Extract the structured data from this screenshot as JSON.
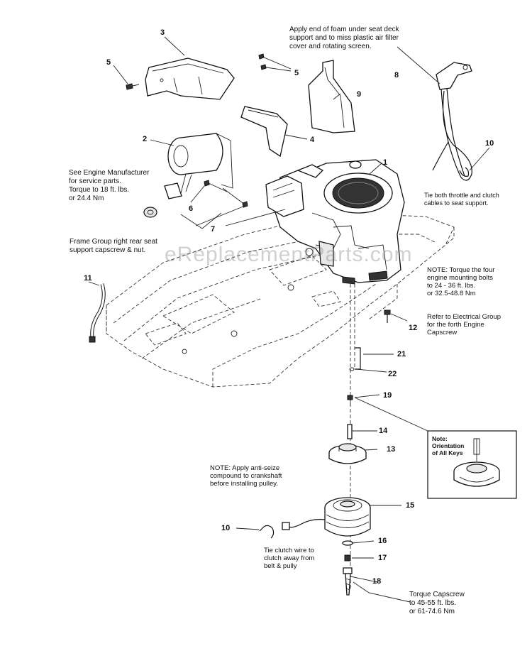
{
  "watermark": "eReplacementParts.com",
  "part_numbers": {
    "p1": "1",
    "p2": "2",
    "p3": "3",
    "p4": "4",
    "p5a": "5",
    "p5b": "5",
    "p6": "6",
    "p7": "7",
    "p8": "8",
    "p9": "9",
    "p10a": "10",
    "p10b": "10",
    "p11": "11",
    "p12": "12",
    "p13": "13",
    "p14": "14",
    "p15": "15",
    "p16": "16",
    "p17": "17",
    "p18": "18",
    "p19": "19",
    "p21": "21",
    "p22": "22"
  },
  "notes": {
    "foam": "Apply end of foam under seat deck\nsupport and to miss plastic air filter\ncover and rotating screen.",
    "engine_mfr": "See Engine Manufacturer\nfor service parts.\nTorque to 18 ft. lbs.\nor 24.4 Nm",
    "frame_group": "Frame Group right rear seat\nsupport capscrew & nut.",
    "throttle": "Tie both throttle and clutch\ncables to seat support.",
    "torque_mount": "NOTE: Torque the four\nengine mounting bolts\nto 24 - 36 ft. lbs.\nor 32.5-48.8 Nm",
    "electrical": "Refer to Electrical Group\nfor the forth Engine\nCapscrew",
    "anti_seize": "NOTE: Apply anti-seize\ncompound to crankshaft\nbefore installing pulley.",
    "clutch_wire": "Tie clutch wire to\nclutch away from\nbelt & pully",
    "torque_capscrew": "Torque Capscrew\nto 45-55 ft. lbs.\nor 61-74.6 Nm"
  },
  "inset": {
    "title": "Note:\nOrientation\nof All Keys"
  }
}
